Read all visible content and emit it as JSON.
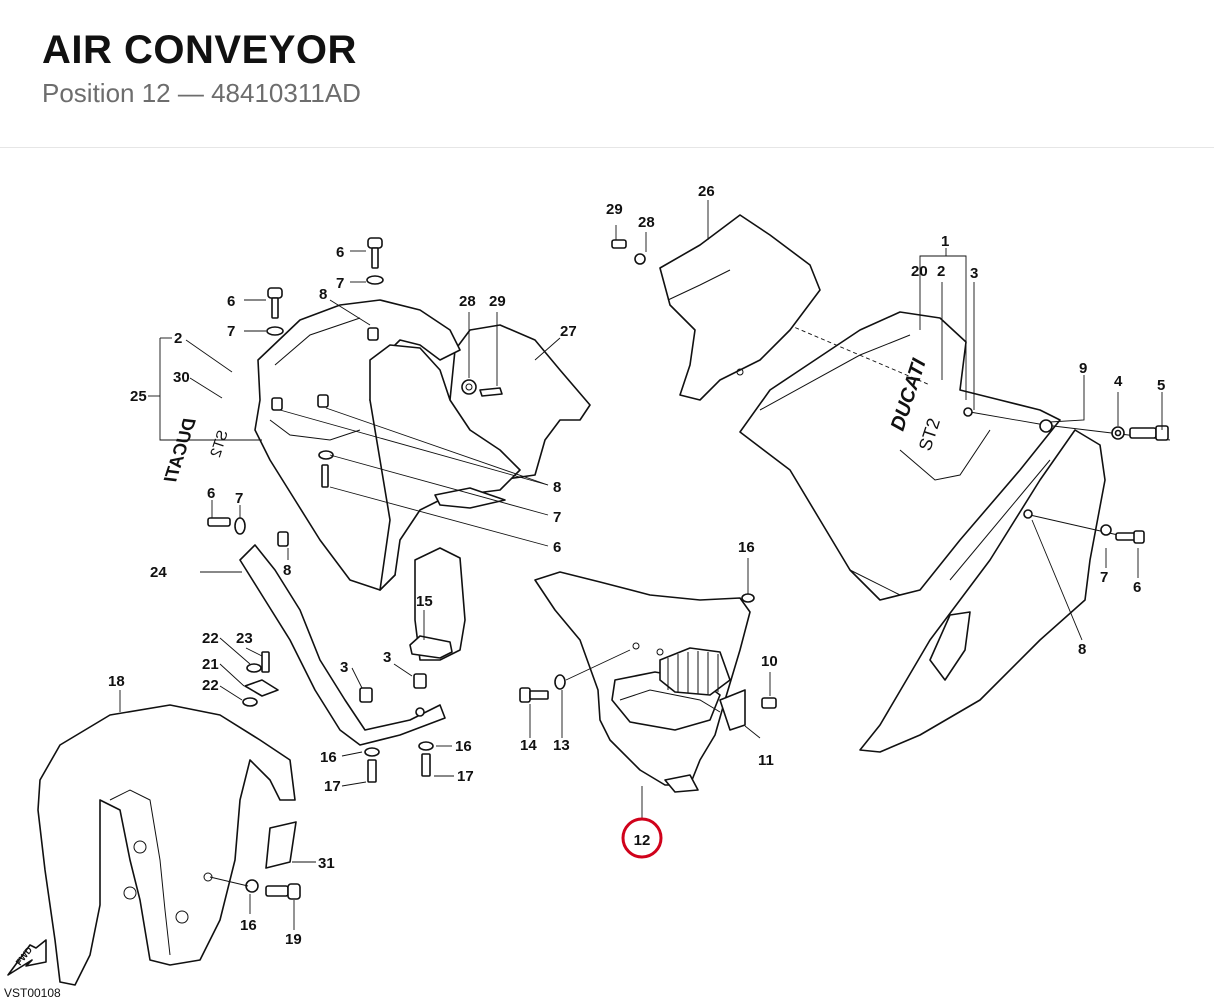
{
  "header": {
    "title": "AIR CONVEYOR",
    "subtitle": "Position 12 — 48410311AD"
  },
  "diagram": {
    "highlight_color": "#d0021b",
    "highlighted_position": "12",
    "fwd_label": "FWD",
    "code": "VST00108",
    "logo_text": "DUCATI",
    "model_text": "ST2",
    "labels": {
      "l1": "1",
      "l20": "20",
      "l2a": "2",
      "l3a": "3",
      "l29a": "29",
      "l28a": "28",
      "l26": "26",
      "l6a": "6",
      "l7a": "7",
      "l8a": "8",
      "l28b": "28",
      "l29b": "29",
      "l27": "27",
      "l6b": "6",
      "l7b": "7",
      "l2b": "2",
      "l30": "30",
      "l25": "25",
      "l8b": "8",
      "l7c": "7",
      "l6c": "6",
      "l9": "9",
      "l4": "4",
      "l5": "5",
      "l6d": "6",
      "l7d": "7",
      "l8c": "8",
      "l24": "24",
      "l15": "15",
      "l3b": "3",
      "l3c": "3",
      "l16a": "16",
      "l7e": "7",
      "l6e": "6",
      "l8d": "8",
      "l22a": "22",
      "l23": "23",
      "l21": "21",
      "l22b": "22",
      "l18": "18",
      "l16b": "16",
      "l17a": "17",
      "l16c": "16",
      "l17b": "17",
      "l10": "10",
      "l14": "14",
      "l13": "13",
      "l11": "11",
      "l31": "31",
      "l16d": "16",
      "l19": "19"
    }
  }
}
